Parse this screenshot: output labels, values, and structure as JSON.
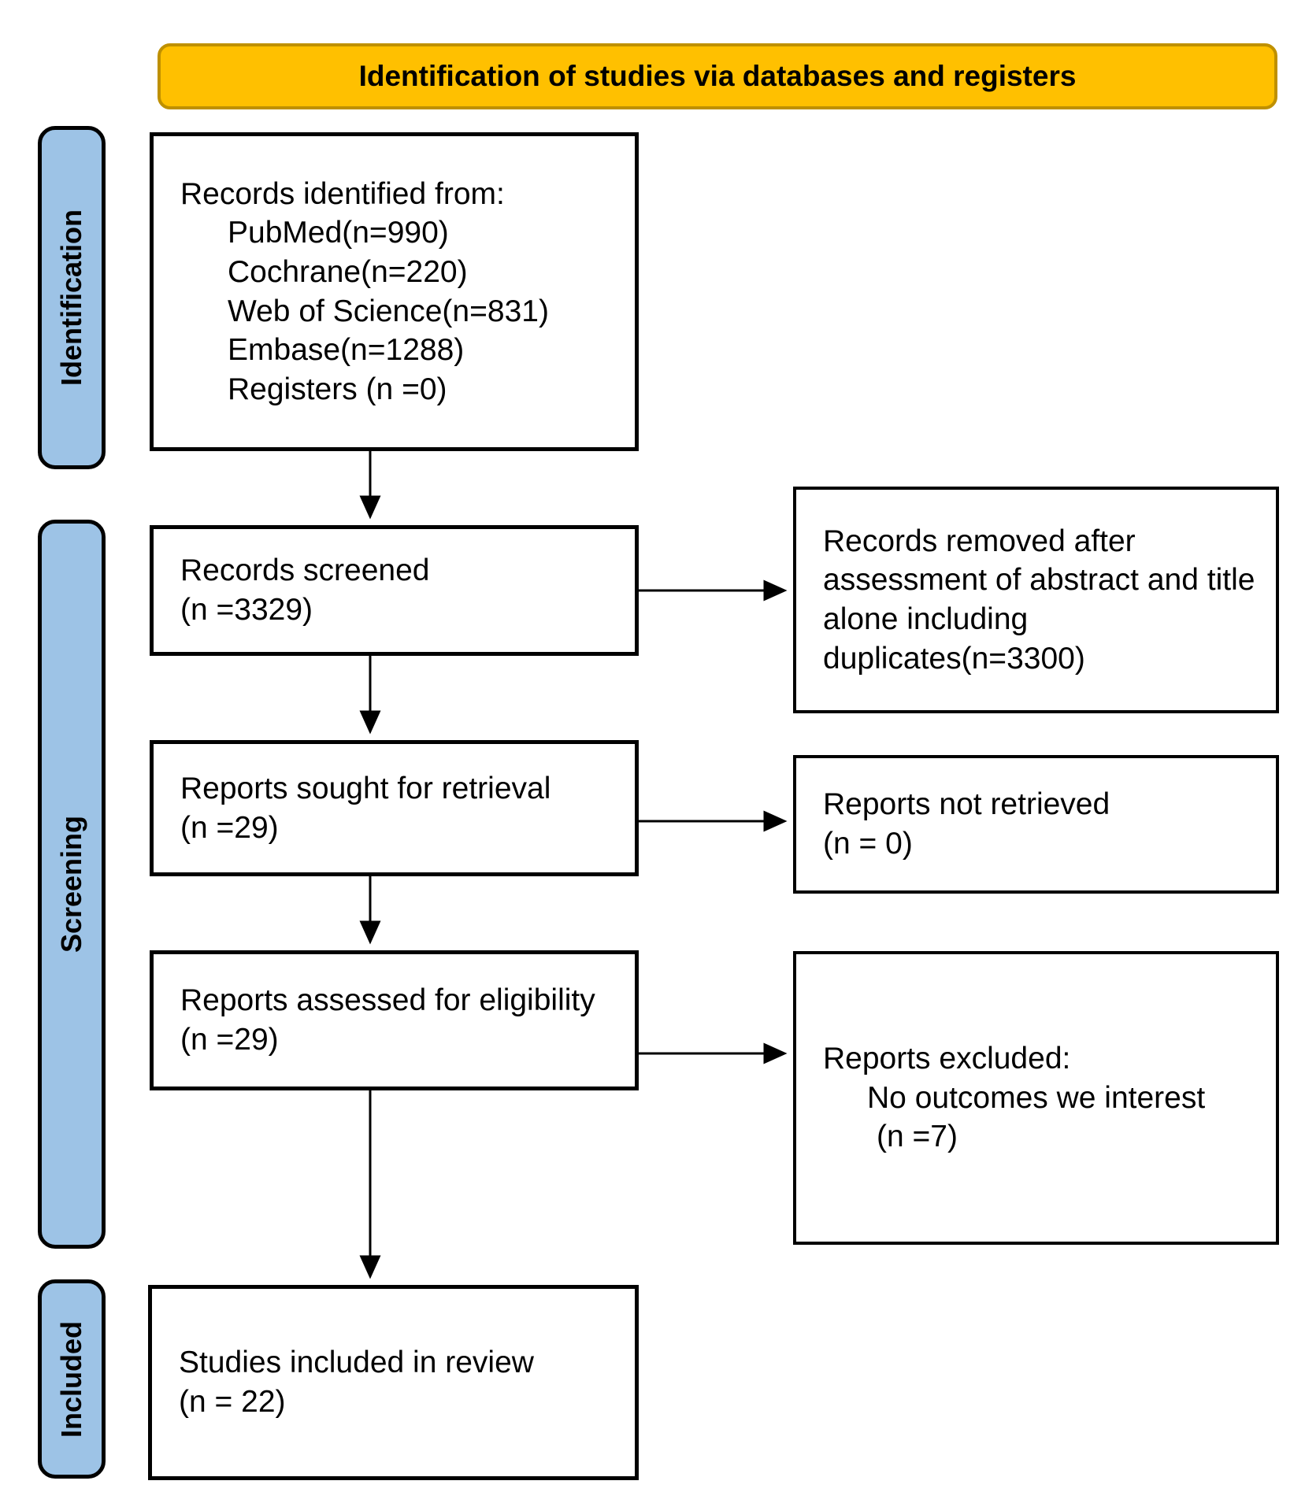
{
  "header": {
    "title": "Identification of studies via databases and registers"
  },
  "colors": {
    "header_fill": "#FFC000",
    "header_border": "#BF9000",
    "stage_fill": "#9DC3E6",
    "box_border": "#000000",
    "text": "#000000",
    "background": "#FFFFFF"
  },
  "stages": {
    "identification": "Identification",
    "screening": "Screening",
    "included": "Included"
  },
  "boxes": {
    "identified": {
      "title": "Records identified from:",
      "sources": [
        "PubMed(n=990)",
        "Cochrane(n=220)",
        "Web of Science(n=831)",
        "Embase(n=1288)",
        "Registers (n =0)"
      ]
    },
    "screened": {
      "label": "Records screened",
      "count": "(n =3329)"
    },
    "removed": {
      "lines": [
        "Records removed after",
        "assessment of abstract and title",
        "alone including",
        "duplicates(n=3300)"
      ]
    },
    "sought": {
      "label": "Reports sought for retrieval",
      "count": "(n =29)"
    },
    "not_retrieved": {
      "label": "Reports not retrieved",
      "count": "(n = 0)"
    },
    "assessed": {
      "label": "Reports assessed for eligibility",
      "count": "(n =29)"
    },
    "excluded": {
      "label": "Reports excluded:",
      "reason": "No outcomes we interest",
      "count": "(n =7)"
    },
    "included": {
      "label": "Studies included in review",
      "count": "(n = 22)"
    }
  }
}
